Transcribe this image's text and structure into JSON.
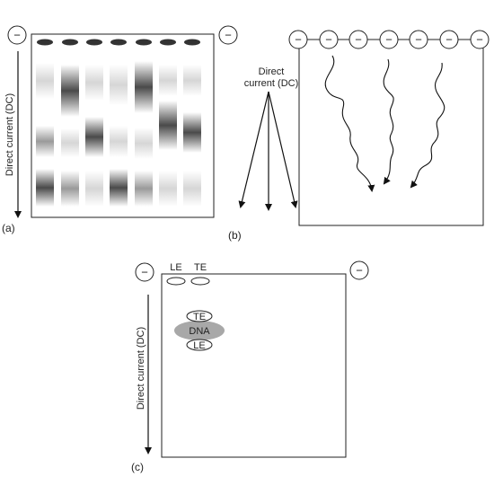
{
  "panel_a": {
    "label": "(a)",
    "electrode_left": "−",
    "electrode_right": "−",
    "axis_label": "Direct current (DC)",
    "band_gradients": {
      "light": "#d6d6d6",
      "dark": "#4a4a4a",
      "edge": "#ffffff"
    }
  },
  "panel_b": {
    "label": "(b)",
    "axis_label_line1": "Direct",
    "axis_label_line2": "current (DC)",
    "electrode_sign": "−"
  },
  "panel_c": {
    "label": "(c)",
    "electrode_left": "−",
    "electrode_right": "−",
    "axis_label": "Direct current (DC)",
    "well_le": "LE",
    "well_te": "TE",
    "band_te": "TE",
    "band_dna": "DNA",
    "band_le": "LE",
    "dna_color": "#a8a8a8"
  }
}
